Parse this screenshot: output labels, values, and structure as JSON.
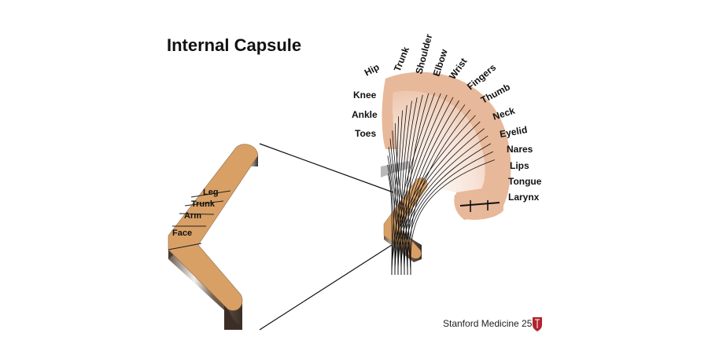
{
  "title": "Internal Capsule",
  "capsule_labels": [
    "Leg",
    "Trunk",
    "Arm",
    "Face"
  ],
  "homunculus_labels": [
    "Hip",
    "Trunk",
    "Shoulder",
    "Elbow",
    "Wrist",
    "Fingers",
    "Thumb",
    "Neck",
    "Eyelid",
    "Nares",
    "Lips",
    "Tongue",
    "Larynx",
    "Knee",
    "Ankle",
    "Toes"
  ],
  "credit": "Stanford Medicine 25",
  "colors": {
    "capsule_top": "#d9a066",
    "capsule_side": "#8a6f5a",
    "cortex": "#e8b89a",
    "cortex_light": "#f6dccd",
    "fiber": "#111111",
    "gray_structure": "#b8b8b8",
    "seal": "#b3232f"
  }
}
